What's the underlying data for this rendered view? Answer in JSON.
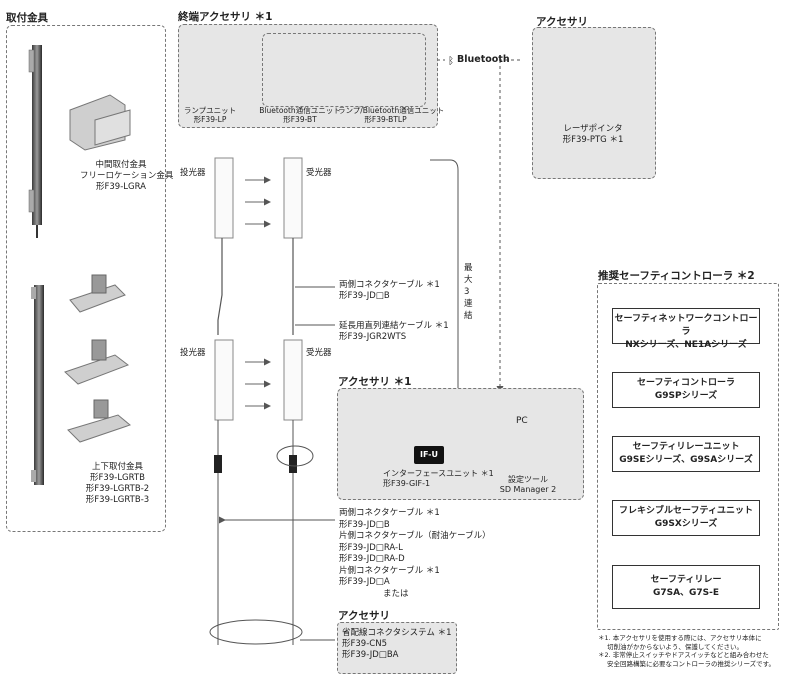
{
  "mounting": {
    "title": "取付金具",
    "mid_bracket": [
      "中間取付金具",
      "フリーロケーション金具",
      "形F39-LGRA"
    ],
    "top_bottom_bracket": [
      "上下取付金具",
      "形F39-LGRTB",
      "形F39-LGRTB-2",
      "形F39-LGRTB-3"
    ]
  },
  "terminal": {
    "title": "終端アクセサリ ＊1",
    "lamp": [
      "ランプユニット",
      "形F39-LP"
    ],
    "bt": [
      "Bluetooth通信ユニット",
      "形F39-BT"
    ],
    "btlp": [
      "ランプ/Bluetooth通信ユニット",
      "形F39-BTLP"
    ],
    "bluetooth_label": "Bluetooth"
  },
  "accessory_top": {
    "title": "アクセサリ",
    "laser": [
      "レーザポインタ",
      "形F39-PTG ＊1"
    ]
  },
  "sensors": {
    "emitter": "投光器",
    "receiver": "受光器",
    "max3": "最大3連結"
  },
  "cables": {
    "both_end": [
      "両側コネクタケーブル ＊1",
      "形F39-JD□B"
    ],
    "extension": [
      "延長用直列連結ケーブル ＊1",
      "形F39-JGR2WTS"
    ],
    "bottom_list": [
      "両側コネクタケーブル ＊1",
      "形F39-JD□B",
      "片側コネクタケーブル（耐油ケーブル）",
      "形F39-JD□RA-L",
      "形F39-JD□RA-D",
      "片側コネクタケーブル ＊1",
      "形F39-JD□A",
      "または"
    ]
  },
  "accessory_mid": {
    "title": "アクセサリ ＊1",
    "ifu_badge": "IF-U",
    "interface": [
      "インターフェースユニット ＊1",
      "形F39-GIF-1"
    ],
    "pc": "PC",
    "tool": [
      "設定ツール",
      "SD Manager 2"
    ]
  },
  "accessory_bottom": {
    "title": "アクセサリ",
    "system": [
      "省配線コネクタシステム ＊1",
      "形F39-CN5",
      "形F39-JD□BA"
    ]
  },
  "controllers": {
    "title": "推奨セーフティコントローラ ＊2",
    "items": [
      [
        "セーフティネットワークコントローラ",
        "NXシリーズ、NE1Aシリーズ"
      ],
      [
        "セーフティコントローラ",
        "G9SPシリーズ"
      ],
      [
        "セーフティリレーユニット",
        "G9SEシリーズ、G9SAシリーズ"
      ],
      [
        "フレキシブルセーフティユニット",
        "G9SXシリーズ"
      ],
      [
        "セーフティリレー",
        "G7SA、G7S-E"
      ]
    ]
  },
  "notes": [
    "＊1. 本アクセサリを使用する際には、アクセサリ本体に",
    "切削油がかからないよう、保護してください。",
    "＊2. 非常停止スイッチやドアスイッチなどと組み合わせた",
    "安全回路構築に必要なコントローラの推奨シリーズです。"
  ],
  "colors": {
    "panel": "#e6e6e6",
    "device_dark": "#1e1e1e",
    "line": "#555555"
  }
}
